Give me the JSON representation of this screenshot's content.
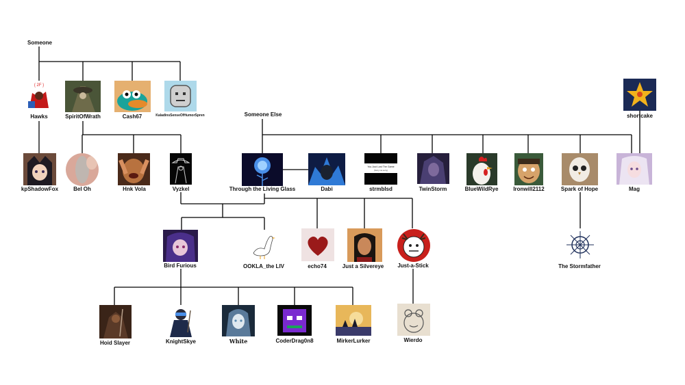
{
  "roots": {
    "someone": "Someone",
    "someone_else": "Someone Else"
  },
  "nodes": {
    "hawks": "Hawks",
    "spiritofwrath": "SpiritOfWrath",
    "cash67": "Cash67",
    "kaladin": "KaladinsSenseOfHumorSpren",
    "kpshadowfox": "kpShadowFox",
    "beloh": "Bel Oh",
    "hnkvola": "Hnk Vola",
    "vyzkel": "Vyzkel",
    "livingglass": "Through the Living Glass",
    "dabi": "Dabi",
    "strmblsd": "strmblsd",
    "twinstorm": "TwinStorm",
    "bluewildrye": "BlueWildRye",
    "ironwill": "Ironwill2112",
    "sparkofhope": "Spark of Hope",
    "mag": "Mag",
    "shortcake": "shortcake",
    "birdfurious": "Bird Furious",
    "ookla": "OOKLA_the LIV",
    "echo74": "echo74",
    "silvereye": "Just a Silvereye",
    "justastick": "Just-a-Stick",
    "stormfather": "The Stormfather",
    "hoidslayer": "Hoid Slayer",
    "knightskye": "KnightSkye",
    "white": "White",
    "coderdragon": "CoderDrag0n8",
    "mirkerlurker": "MirkerLurker",
    "wierdo": "Wierdo"
  },
  "avatar_text": {
    "hawks_tag": "{ 2F }",
    "strmblsd_line1": "You Just Lost The Game",
    "strmblsd_line2": "(Sorry not sorry)"
  },
  "colors": {
    "line": "#000000",
    "label": "#111111",
    "background": "#ffffff"
  }
}
